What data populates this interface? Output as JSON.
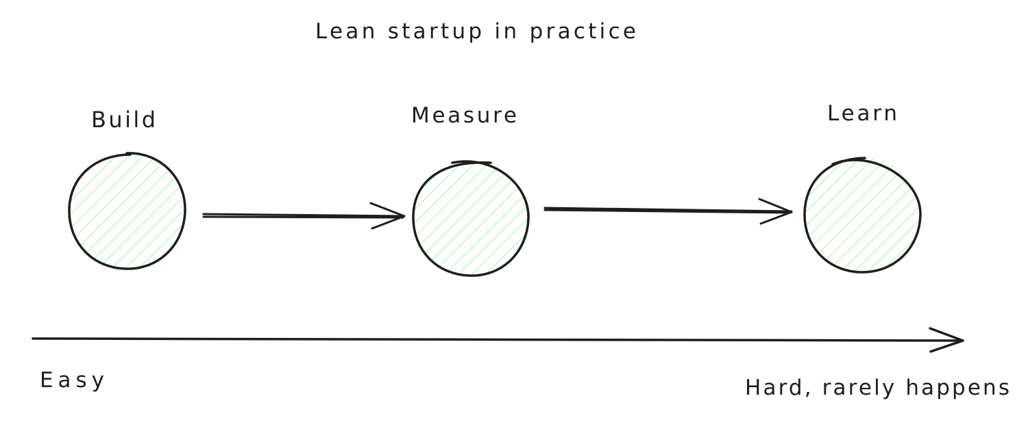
{
  "title": "Lean startup in practice",
  "stages": [
    {
      "label": "Build"
    },
    {
      "label": "Measure"
    },
    {
      "label": "Learn"
    }
  ],
  "axis": {
    "start_label": "Easy",
    "end_label": "Hard, rarely happens"
  },
  "colors": {
    "stroke": "#1e1e1e",
    "hatch": "#b2f2bb",
    "background": "#ffffff"
  }
}
